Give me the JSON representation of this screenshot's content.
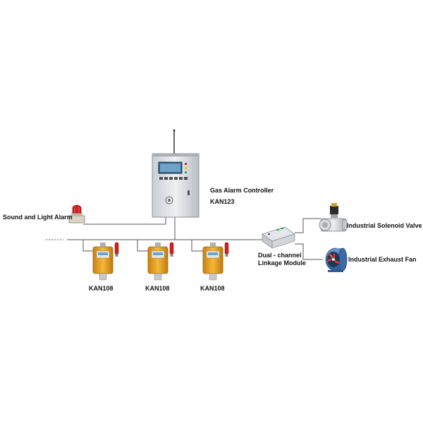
{
  "controller": {
    "name_label": "Gas Alarm Controller",
    "model_label": "KAN123"
  },
  "alarm": {
    "label": "Sound and Light Alarm"
  },
  "detectors": [
    {
      "label": "KAN108"
    },
    {
      "label": "KAN108"
    },
    {
      "label": "KAN108"
    }
  ],
  "linkage_module": {
    "line1": "Dual - channel",
    "line2": "Linkage Module"
  },
  "valve": {
    "label": "Industrial Solenoid Valve"
  },
  "fan": {
    "label": "Industrial Exhaust Fan"
  },
  "colors": {
    "detector_body": "#e8a21f",
    "beacon_red": "#d22020",
    "fan_blade": "#d63a2a",
    "fan_housing": "#4a78b5",
    "controller_panel": "#dfe3e8",
    "lcd": "#4f7fa6"
  }
}
